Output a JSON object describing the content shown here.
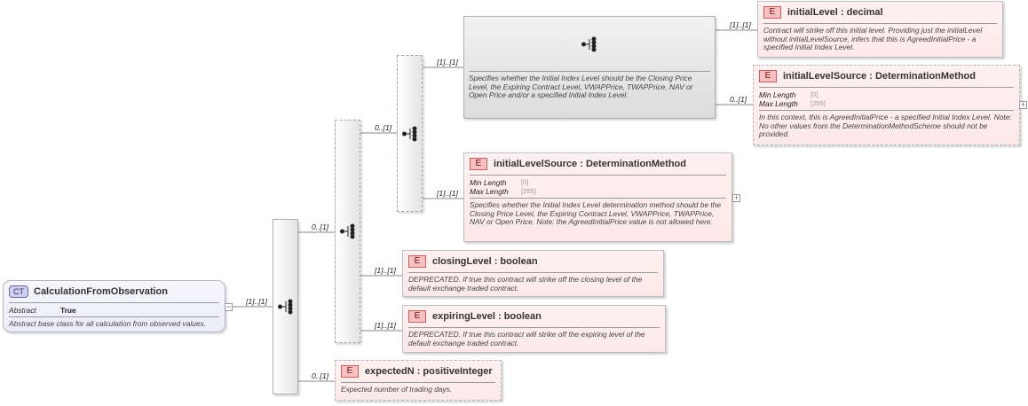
{
  "complex_type": {
    "tag": "CT",
    "name": "CalculationFromObservation",
    "props": [
      {
        "key": "Abstract",
        "value": "True"
      }
    ],
    "doc": "Abstract base class for all calculation from observed values."
  },
  "cardinalities": {
    "root_seq": "[1]..[1]",
    "choice_inner": "0..[1]",
    "expected_n": "0..[1]",
    "inner_seq": "0..[1]",
    "closing_level": "[1]..[1]",
    "expiring_level": "[1]..[1]",
    "top_seq": "[1]..[1]",
    "initial_level_source_b": "[1]..[1]",
    "initial_level": "[1]..[1]",
    "initial_level_source_a": "0..[1]"
  },
  "big_sequence": {
    "doc": "Specifies whether the Initial Index Level should be the Closing Price Level, the Expiring Contract Level, VWAPPrice, TWAPPrice, NAV or Open Price and/or a specified Initial Index Level."
  },
  "elements": {
    "initial_level": {
      "tag": "E",
      "name": "initialLevel",
      "type": "decimal",
      "doc": "Contract will strike off this initial level. Providing just the initialLevel without initialLevelSource, infers that this is AgreedInitialPrice - a specified Initial Index Level."
    },
    "initial_level_source_a": {
      "tag": "E",
      "name": "initialLevelSource",
      "type": "DeterminationMethod",
      "props": [
        {
          "key": "Min Length",
          "value": "[0]"
        },
        {
          "key": "Max Length",
          "value": "[255]"
        }
      ],
      "doc": "In this context, this is AgreedInitialPrice - a specified Initial Index Level. Note: No other values from the DeterminationMethodScheme should not be provided."
    },
    "initial_level_source_b": {
      "tag": "E",
      "name": "initialLevelSource",
      "type": "DeterminationMethod",
      "props": [
        {
          "key": "Min Length",
          "value": "[0]"
        },
        {
          "key": "Max Length",
          "value": "[255]"
        }
      ],
      "doc": "Specifies whether the Initial Index Level determination method should be the Closing Price Level, the Expiring Contract Level, VWAPPrice, TWAPPrice, NAV or Open Price. Note: the AgreedInitialPrice value is not allowed here."
    },
    "closing_level": {
      "tag": "E",
      "name": "closingLevel",
      "type": "boolean",
      "doc": "DEPRECATED. If true this contract will strike off the closing level of the default exchange traded contract."
    },
    "expiring_level": {
      "tag": "E",
      "name": "expiringLevel",
      "type": "boolean",
      "doc": "DEPRECATED. If true this contract will strike off the expiring level of the default exchange traded contract."
    },
    "expected_n": {
      "tag": "E",
      "name": "expectedN",
      "type": "positiveInteger",
      "doc": "Expected number of trading days."
    }
  },
  "symbols": {
    "type_separator": " : ",
    "expand": "+",
    "collapse": "−"
  },
  "icons": {
    "sequence": "sequence-compositor-icon",
    "expand": "expand-icon",
    "collapse": "collapse-icon"
  },
  "colors": {
    "element_fill": "#fde8e8",
    "element_tag": "#f8c0c0",
    "complex_type_tag": "#cfd0ef"
  }
}
